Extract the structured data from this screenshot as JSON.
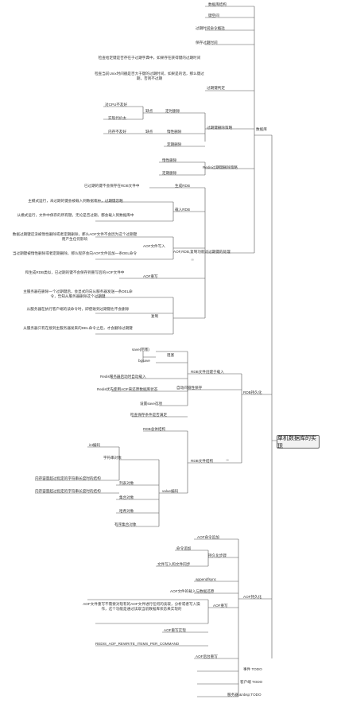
{
  "root": "单机数据库的实现",
  "db": {
    "label": "数据库",
    "structure": "数据库结构",
    "switch": "键空间",
    "cmds": "过期时间命令概括",
    "save": "保存过期时间",
    "check": "过期键判定",
    "check_note1": "检查给定键是否存在于过期字典中，如果存在获得键的过期时间",
    "check_note2": "检查当前Unix时间戳是否大于键的过期时间，如果是的话，那么键过期，否则不过期",
    "del_label": "过期键删除策略",
    "timed_label": "定时删除",
    "timed_pro": "缺点",
    "timed_cpu": "对CPU不友好",
    "timed_impl": "实现代价太",
    "lazy_label": "惰性删除",
    "lazy_pro": "缺点",
    "lazy_mem": "内存不友好",
    "periodic": "定期删除",
    "redis_del": "Redis过期键删除策略",
    "redis_lazy": "惰性删除",
    "redis_periodic": "定期删除",
    "aof_rdb": "AOF,RDB,复制功能对过期键的处理",
    "gen_rdb": "生成RDB",
    "gen_rdb_note": "已过期的键不会保存在RDB文件中",
    "load_rdb": "载入RDB",
    "load_master": "主模式运行，未过期的键会被载入到数据库中，过期键忽略",
    "load_slave": "从模式运行，文件中保存的所有键，无论是否过期，都会载入到数据库中",
    "aof_write": "AOF文件写入",
    "aof_write1": "数据过期键还没被惰性删除或者定期删除，那么AOF文件不会因为这个过期键而产生任何影响",
    "aof_write2": "当过期键被惰性删除或者定期删除，那么程序会向AOF文件追加一条DEL命令",
    "aof_rewrite": "AOF重写",
    "aof_rewrite1": "和生成RDB类似，已过期的键不会保存到重写后的AOF文件中",
    "replication": "复制",
    "repl1": "主服务器在删除一个过期键后，会显式的向从服务器发送一条DEL命令，告知从服务器删除这个过期键",
    "repl2": "从服务器在执行客户端的读命令时，即使碰到过期键也不会删除",
    "repl3": "从服务器只有在接到主服务器发来的DEL命令之后，才会删除过期键"
  },
  "rdb": {
    "label": "RDB持久化",
    "create": "RDB文件创建于载入",
    "save_cmd": "save(阻塞)",
    "bgsave": "bgsave",
    "block_tag": "阻塞",
    "auto_load": "Redis服务器启动时自动载入",
    "aof_first": "Redis优先使用AOF来还原数据库状态",
    "auto_save": "自动间隔性保存",
    "save_opts": "设置save选项",
    "check_cond": "检查保存条件是否满足",
    "file_struct": "RDB文件结构",
    "overall": "RDB总体结构",
    "str_obj": "字符串对象",
    "int_enc": "int编码",
    "raw1": "内存容量超过指定的字符串长度时的结构",
    "raw2": "内存容量超过指定的字符串长度时的结构",
    "list_obj": "列表对象",
    "set_obj": "集合对象",
    "hash_obj": "哈希对象",
    "zset_obj": "有序集合对象",
    "value_enc": "value编码"
  },
  "aof": {
    "label": "AOF持久化",
    "impl": "AOF命令追加",
    "steps": "持久化步骤",
    "append": "命令追加",
    "write_sync": "文件写入和文件同步",
    "appendfsync": "appendfsync",
    "load": "AOF文件的载入与数据还原",
    "rewrite": "AOF重写",
    "rewrite_note": "AOF文件重写不需要对现有的AOF文件进行任何的读取，分析或者写入操作，这个功能是通过读取当前数据库状态来实现的",
    "rewrite_impl": "AOF重写实现",
    "rewrite_const": "REDIS_AOF_REWRITE_ITEMS_PER_COMMAND",
    "bg_rewrite": "AOF后台重写",
    "event": "事件 TODO",
    "client": "客户端 TODO",
    "server": "服务器 &nbsp;TODO"
  },
  "colors": {
    "line": "#555555",
    "root_bg": "#f2f2f2"
  }
}
